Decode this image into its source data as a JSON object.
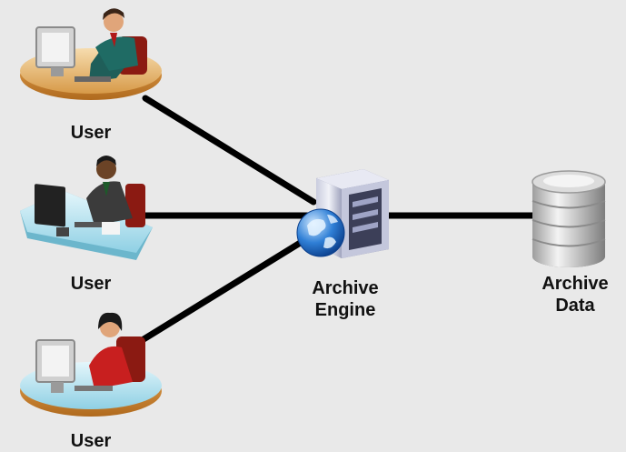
{
  "users": [
    {
      "label": "User"
    },
    {
      "label": "User"
    },
    {
      "label": "User"
    }
  ],
  "engine": {
    "line1": "Archive",
    "line2": "Engine",
    "icon": "server-globe-icon"
  },
  "storage": {
    "line1": "Archive",
    "line2": "Data",
    "icon": "database-icon"
  },
  "colors": {
    "background": "#e9e9e9",
    "connector": "#000000",
    "globe": "#2f7fd6"
  }
}
